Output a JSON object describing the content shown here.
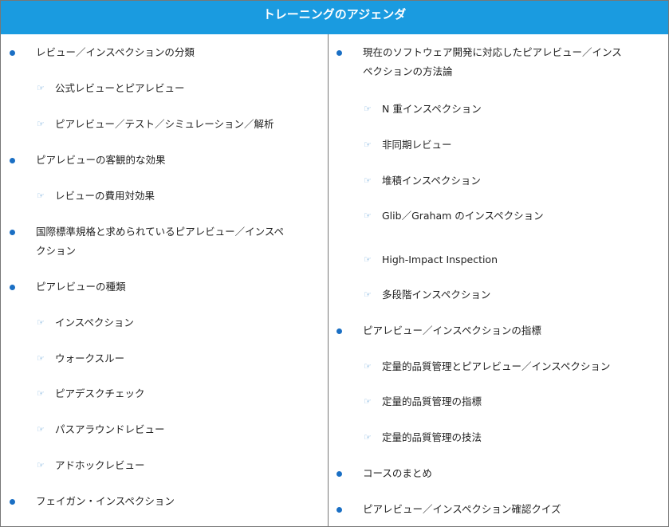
{
  "title": "トレーニングのアジェンダ",
  "sub_icon": "pointing-hand-icon",
  "colors": {
    "header": "#1a9be0",
    "bullet": "#1a6fc4",
    "sub_icon": "#6aa6d8",
    "border": "#777777"
  },
  "left_items": [
    {
      "type": "bullet",
      "text": "レビュー／インスペクションの分類"
    },
    {
      "type": "sub",
      "text": "公式レビューとピアレビュー"
    },
    {
      "type": "sub",
      "text": "ピアレビュー／テスト／シミュレーション／解析"
    },
    {
      "type": "bullet",
      "text": "ピアレビューの客観的な効果"
    },
    {
      "type": "sub",
      "text": "レビューの費用対効果"
    },
    {
      "type": "bullet",
      "text": "国際標準規格と求められているピアレビュー／インスペクション"
    },
    {
      "type": "bullet",
      "text": "ピアレビューの種類"
    },
    {
      "type": "sub",
      "text": "インスペクション"
    },
    {
      "type": "sub",
      "text": "ウォークスルー"
    },
    {
      "type": "sub",
      "text": "ピアデスクチェック"
    },
    {
      "type": "sub",
      "text": "パスアラウンドレビュー"
    },
    {
      "type": "sub",
      "text": "アドホックレビュー"
    },
    {
      "type": "bullet",
      "text": "フェイガン・インスペクション"
    }
  ],
  "right_items": [
    {
      "type": "bullet",
      "text": "現在のソフトウェア開発に対応したピアレビュー／インスペクションの方法論"
    },
    {
      "type": "sub",
      "text": "N 重インスペクション"
    },
    {
      "type": "sub",
      "text": "非同期レビュー"
    },
    {
      "type": "sub",
      "text": "堆積インスペクション"
    },
    {
      "type": "sub",
      "text": "Glib／Graham のインスペクション"
    },
    {
      "type": "sub",
      "text": "High-Impact Inspection"
    },
    {
      "type": "sub",
      "text": "多段階インスペクション"
    },
    {
      "type": "bullet",
      "text": "ピアレビュー／インスペクションの指標"
    },
    {
      "type": "sub",
      "text": "定量的品質管理とピアレビュー／インスペクション"
    },
    {
      "type": "sub",
      "text": "定量的品質管理の指標"
    },
    {
      "type": "sub",
      "text": "定量的品質管理の技法"
    },
    {
      "type": "bullet",
      "text": "コースのまとめ"
    },
    {
      "type": "bullet",
      "text": "ピアレビュー／インスペクション確認クイズ"
    }
  ]
}
